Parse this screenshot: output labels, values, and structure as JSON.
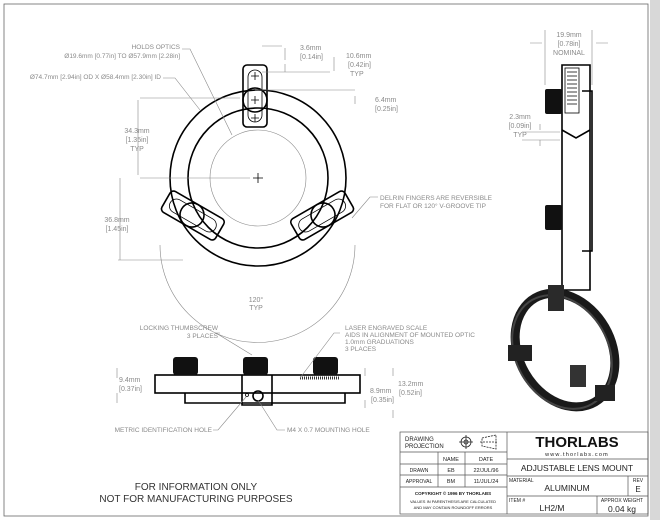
{
  "front_view": {
    "holds_optics": "HOLDS OPTICS",
    "optic_range": "Ø19.6mm [0.77in] TO Ø57.9mm [2.28in]",
    "ring_size": "Ø74.7mm [2.94in] OD X Ø58.4mm [2.30in] ID",
    "dim_3_6": {
      "mm": "3.6mm",
      "in": "[0.14in]"
    },
    "dim_10_6": {
      "mm": "10.6mm",
      "in": "[0.42in]",
      "note": "TYP"
    },
    "dim_6_4": {
      "mm": "6.4mm",
      "in": "[0.25in]"
    },
    "dim_34_3": {
      "mm": "34.3mm",
      "in": "[1.35in]",
      "note": "TYP"
    },
    "dim_36_8": {
      "mm": "36.8mm",
      "in": "[1.45in]"
    },
    "delrin": [
      "DELRIN FINGERS ARE REVERSIBLE",
      "FOR FLAT OR 120° V-GROOVE TIP"
    ],
    "angle": {
      "value": "120°",
      "note": "TYP"
    }
  },
  "side_view": {
    "thumbscrew": [
      "LOCKING THUMBSCREW",
      "3 PLACES"
    ],
    "scale": [
      "LASER ENGRAVED SCALE",
      "AIDS IN ALIGNMENT OF MOUNTED OPTIC",
      "1.0mm GRADUATIONS",
      "3 PLACES"
    ],
    "dim_9_4": {
      "mm": "9.4mm",
      "in": "[0.37in]"
    },
    "dim_8_9": {
      "mm": "8.9mm",
      "in": "[0.35in]"
    },
    "dim_13_2": {
      "mm": "13.2mm",
      "in": "[0.52in]"
    },
    "metric_hole": "METRIC IDENTIFICATION HOLE",
    "mounting_hole": "M4 X 0.7 MOUNTING HOLE"
  },
  "right_view": {
    "dim_19_9": {
      "mm": "19.9mm",
      "in": "[0.78in]",
      "note": "NOMINAL"
    },
    "dim_2_3": {
      "mm": "2.3mm",
      "in": "[0.09in]",
      "note": "TYP"
    }
  },
  "disclaimer": [
    "FOR INFORMATION ONLY",
    "NOT FOR MANUFACTURING PURPOSES"
  ],
  "title_block": {
    "projection": [
      "DRAWING",
      "PROJECTION"
    ],
    "name_header": "NAME",
    "date_header": "DATE",
    "drawn_label": "DRAWN",
    "drawn_name": "EB",
    "drawn_date": "22/JUL/96",
    "approval_label": "APPROVAL",
    "approval_name": "BM",
    "approval_date": "11/JUL/24",
    "copyright": "COPYRIGHT © 1996 BY THORLABS",
    "values_note": [
      "VALUES IN PARENTHESIS ARE CALCULATED",
      "AND MAY CONTAIN ROUNDOFF ERRORS"
    ],
    "logo": "THORLABS",
    "website": "www.thorlabs.com",
    "title": "ADJUSTABLE LENS MOUNT",
    "material_label": "MATERIAL",
    "material": "ALUMINUM",
    "rev_label": "REV",
    "rev": "E",
    "item_label": "ITEM #",
    "item": "LH2/M",
    "weight_label": "APPROX WEIGHT",
    "weight": "0.04 kg"
  }
}
